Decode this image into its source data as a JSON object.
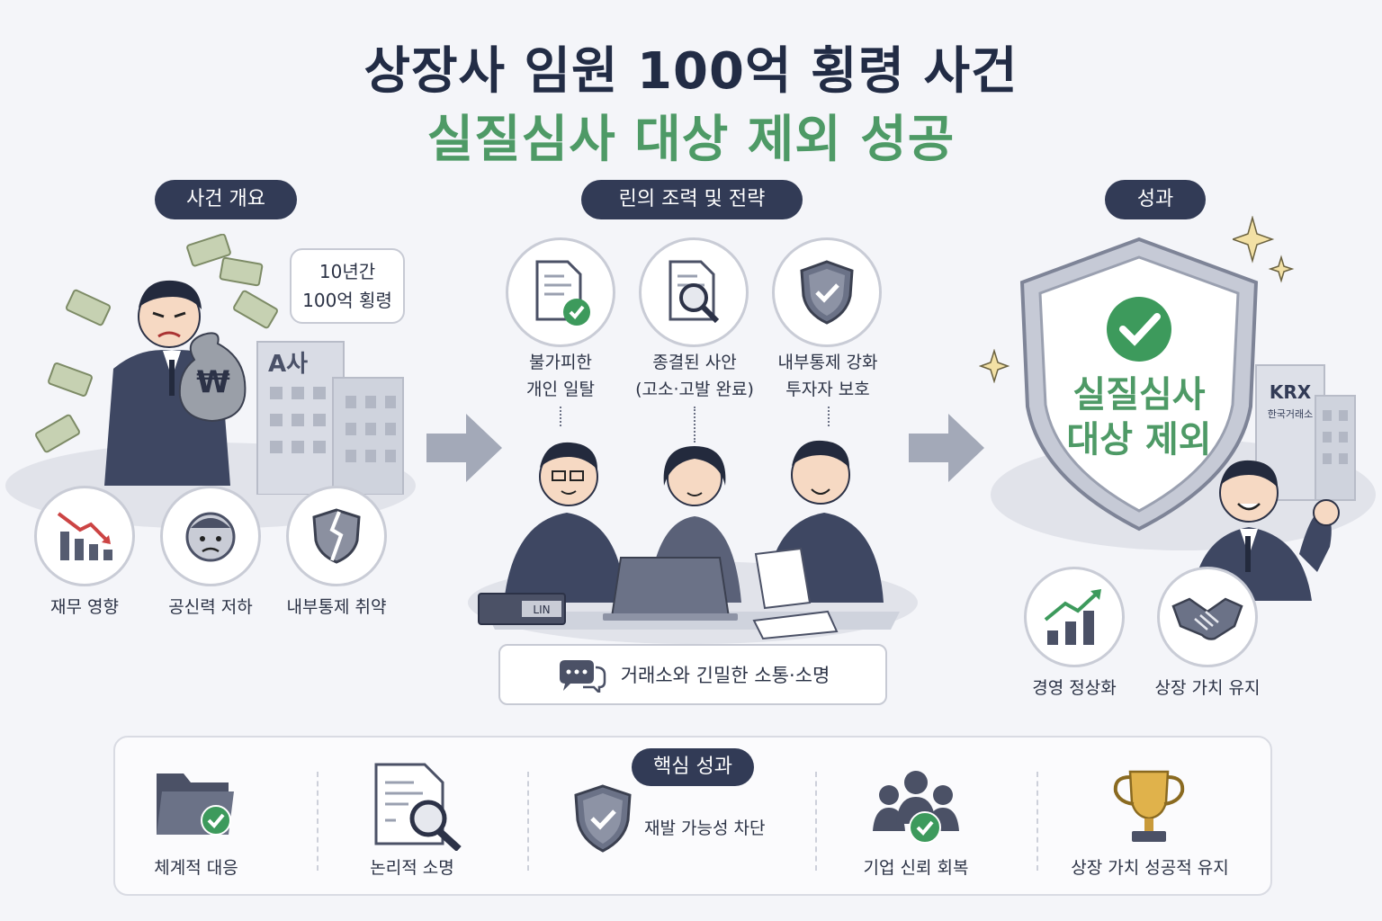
{
  "title": {
    "line1": "상장사 임원 100억 횡령 사건",
    "line2": "실질심사 대상 제외 성공"
  },
  "sections": {
    "overview": {
      "pill": "사건 개요",
      "speech": [
        "10년간",
        "100억 횡령"
      ],
      "building_label": "A사",
      "items": [
        {
          "label": "재무 영향",
          "icon": "declining-chart-icon"
        },
        {
          "label": "공신력 저하",
          "icon": "worried-face-icon"
        },
        {
          "label": "내부통제 취약",
          "icon": "broken-shield-icon"
        }
      ]
    },
    "strategy": {
      "pill": "린의 조력 및 전략",
      "items": [
        {
          "line1": "불가피한",
          "line2": "개인 일탈",
          "icon": "document-check-icon"
        },
        {
          "line1": "종결된 사안",
          "line2": "(고소·고발 완료)",
          "icon": "document-search-icon"
        },
        {
          "line1": "내부통제 강화",
          "line2": "투자자 보호",
          "icon": "shield-check-icon"
        }
      ],
      "book_label": "LIN",
      "communication": "거래소와 긴밀한 소통·소명"
    },
    "result": {
      "pill": "성과",
      "shield_text": [
        "실질심사",
        "대상 제외"
      ],
      "krx": {
        "name": "KRX",
        "sub": "한국거래소"
      },
      "items": [
        {
          "label": "경영 정상화",
          "icon": "growth-chart-icon"
        },
        {
          "label": "상장 가치 유지",
          "icon": "handshake-icon"
        }
      ]
    }
  },
  "key_results": {
    "pill": "핵심 성과",
    "items": [
      {
        "label": "체계적 대응",
        "icon": "folder-check-icon"
      },
      {
        "label": "논리적 소명",
        "icon": "document-search-icon"
      },
      {
        "label": "재발 가능성 차단",
        "icon": "shield-check-icon"
      },
      {
        "label": "기업 신뢰 회복",
        "icon": "people-check-icon"
      },
      {
        "label": "상장 가치 성공적 유지",
        "icon": "trophy-icon"
      }
    ]
  },
  "colors": {
    "navy": "#323b56",
    "green": "#4e9a66",
    "check_green": "#3d9a5c",
    "gray": "#c9ccd6"
  }
}
